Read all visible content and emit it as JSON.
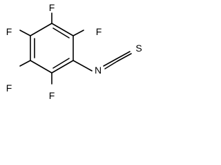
{
  "molecule": {
    "atoms": {
      "f_top": "F",
      "f_upper_right": "F",
      "f_upper_left": "F",
      "f_lower_left": "F",
      "f_bottom": "F",
      "nitrogen": "N",
      "sulfur": "S"
    },
    "colors": {
      "bond": "#000000",
      "label": "#000000",
      "background": "#ffffff"
    }
  }
}
